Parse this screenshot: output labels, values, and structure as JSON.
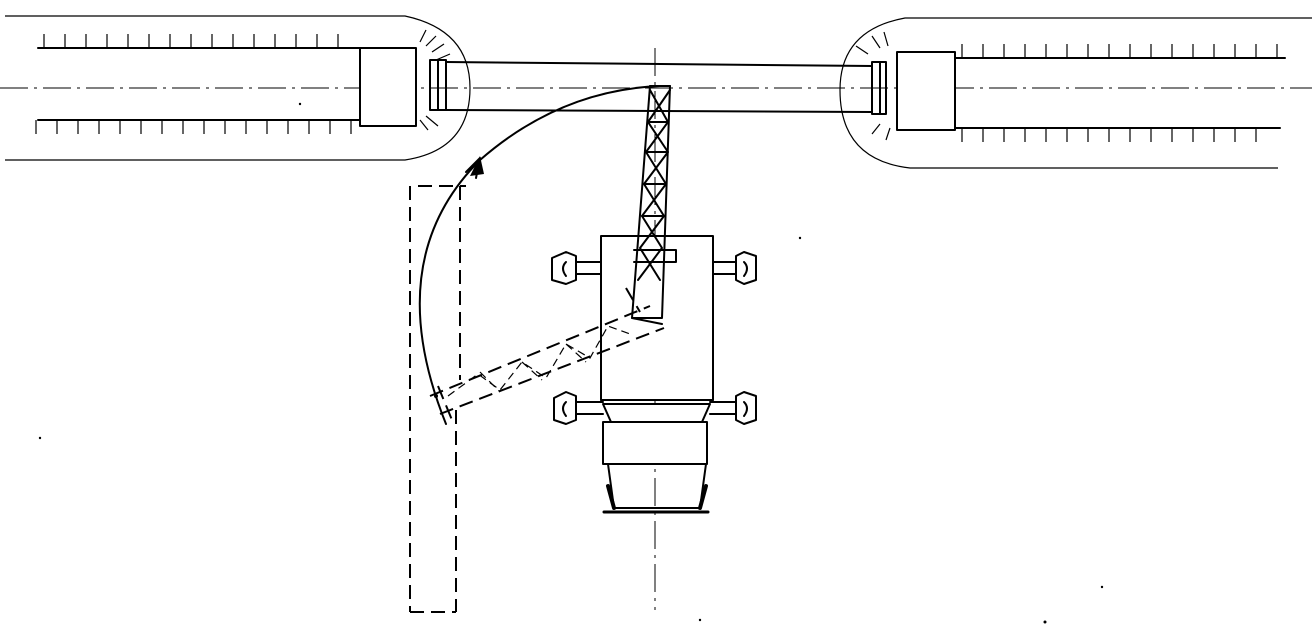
{
  "figure": {
    "kind": "technical line drawing",
    "ink_color": "#000000",
    "paper_color": "#ffffff"
  },
  "elements": {
    "left_tunnel": "tunnel-section-left",
    "right_tunnel": "tunnel-section-right",
    "cross_pipe": "horizontal-pipe",
    "crane": "lattice-boom-crane",
    "swing_path": "curved-arrow-path",
    "rotated_boom": "dashed-boom-position",
    "entry_pit": "dashed-entry-channel"
  }
}
